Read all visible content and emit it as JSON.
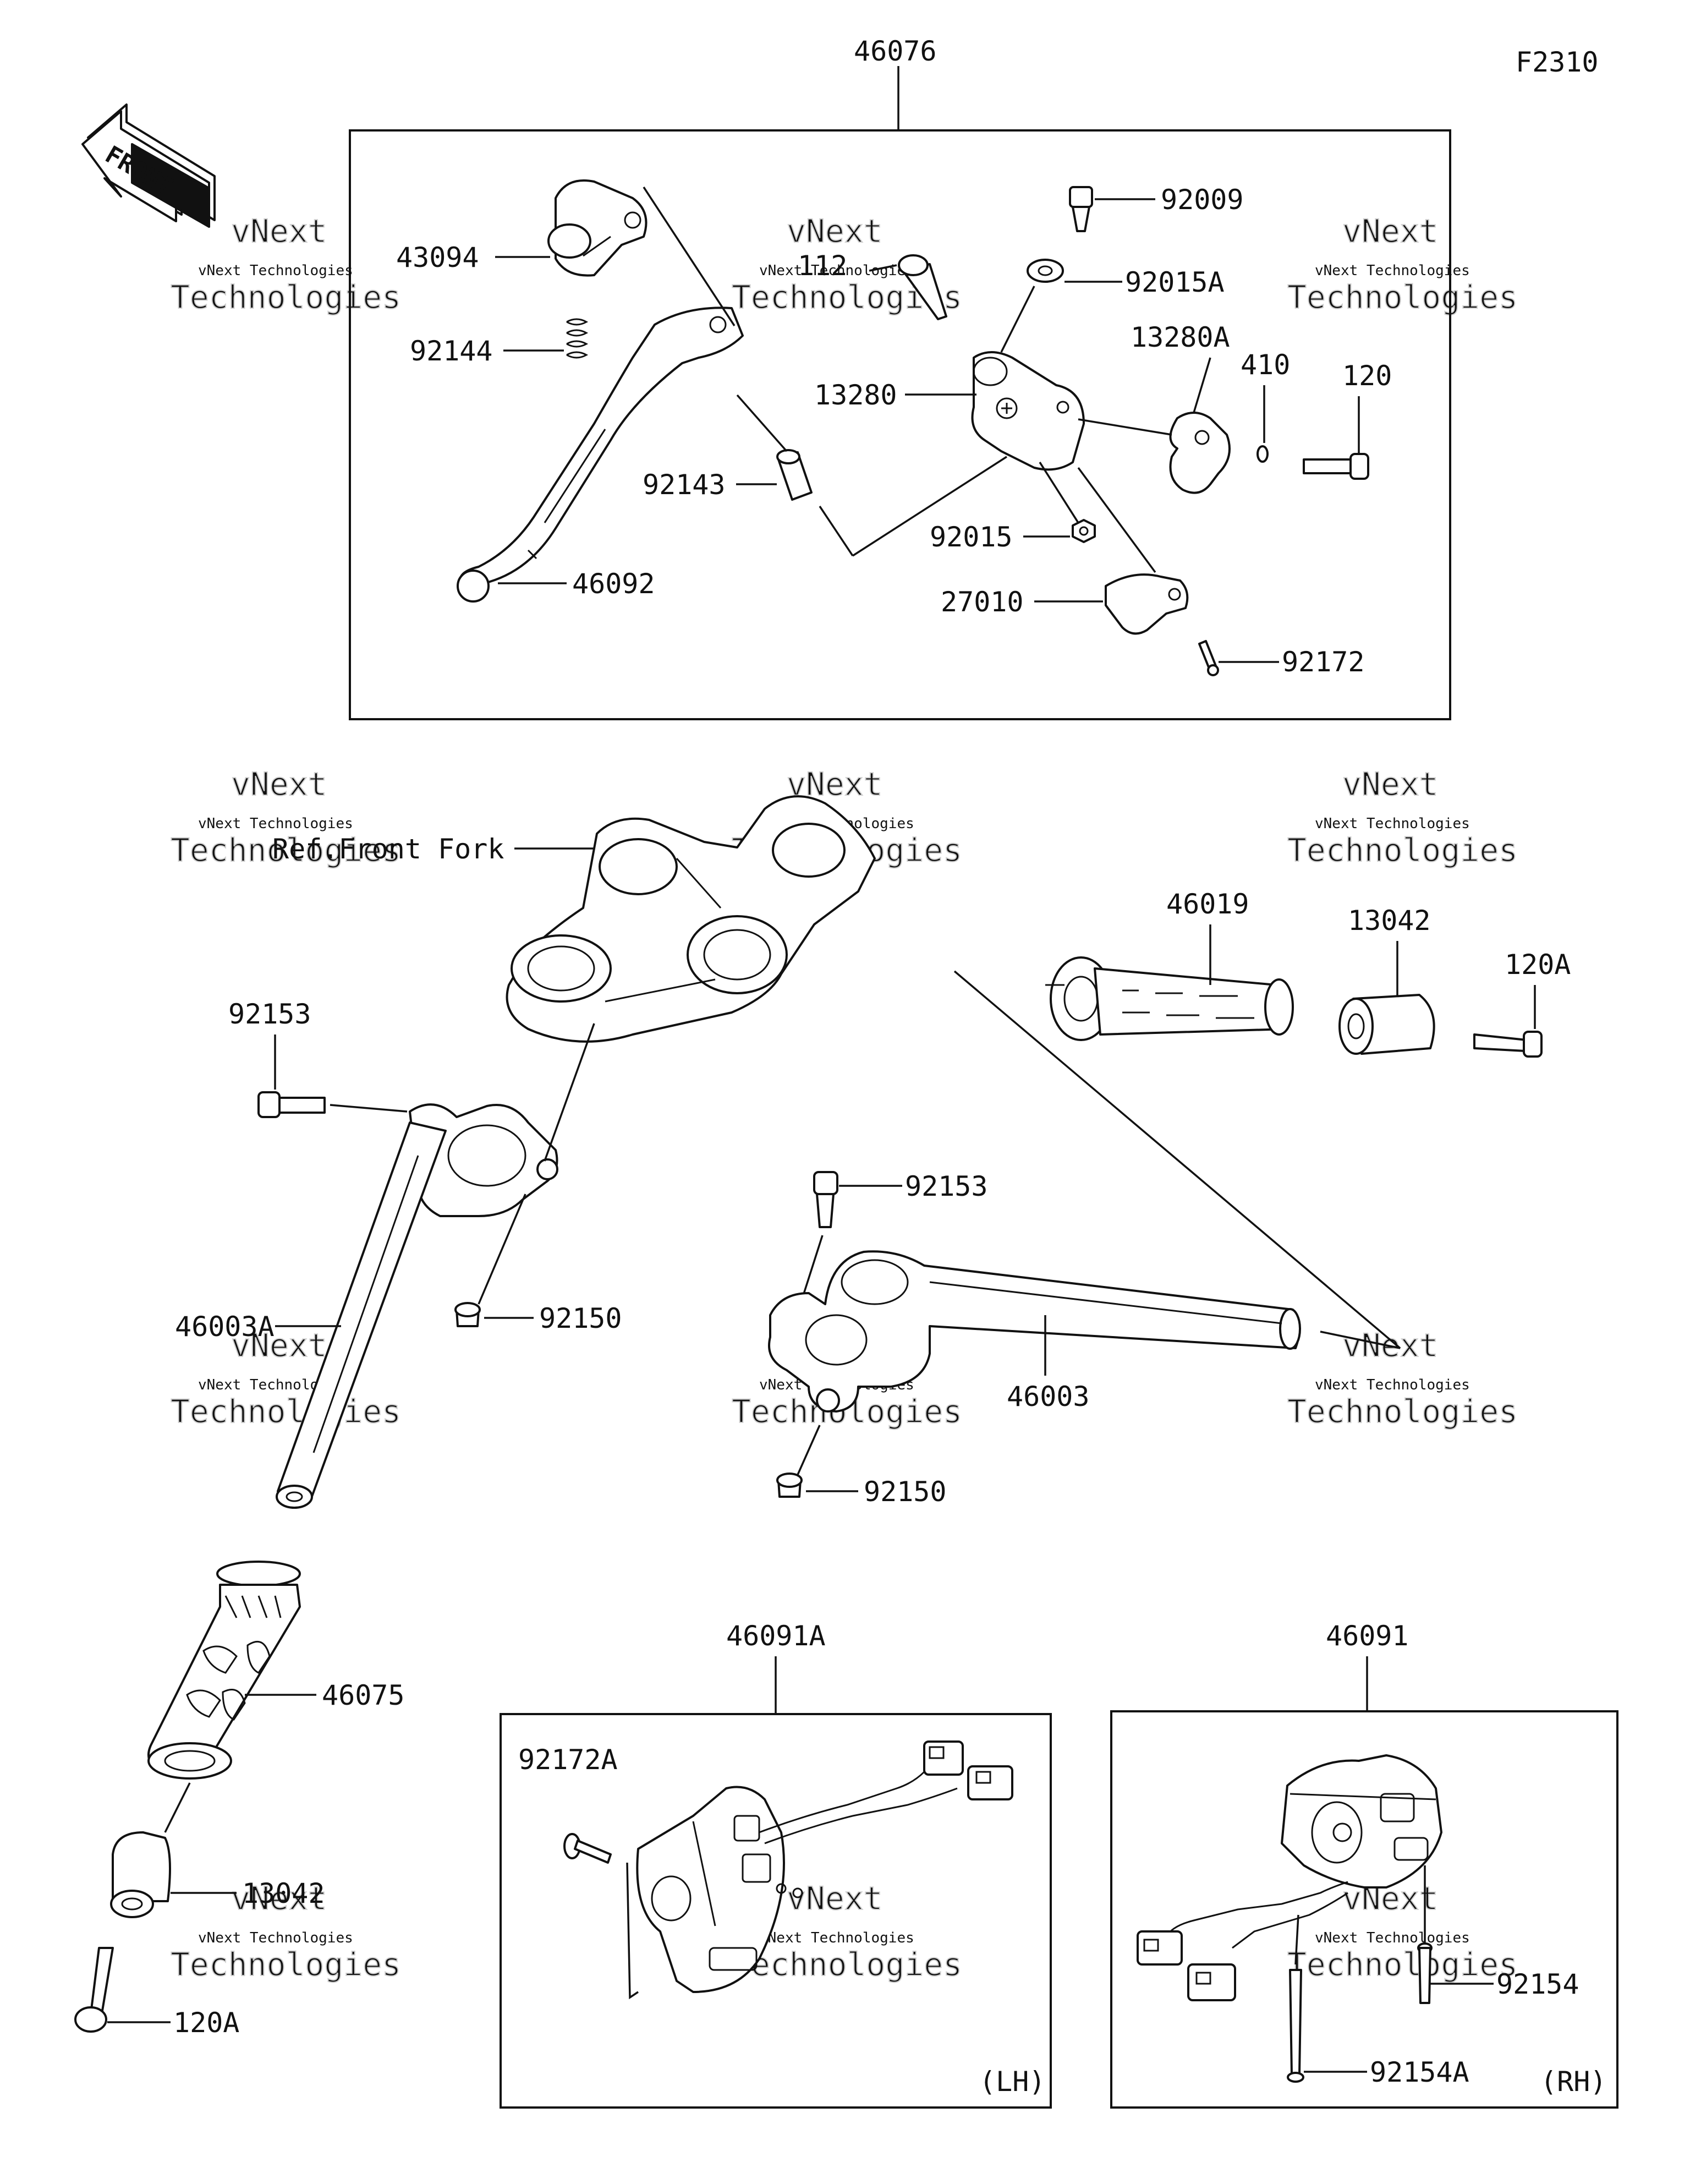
{
  "figure_code": "F2310",
  "front_arrow": {
    "text": "FRONT",
    "icon": "front-direction-arrow-icon"
  },
  "groups": {
    "lever_assembly": "46076",
    "left_switch": "46091A",
    "right_switch": "46091"
  },
  "side_labels": {
    "lh": "(LH)",
    "rh": "(RH)"
  },
  "reference": "Ref.Front Fork",
  "callouts": {
    "p43094": "43094",
    "p92144": "92144",
    "p92143": "92143",
    "p46092": "46092",
    "p112": "112",
    "p92009": "92009",
    "p92015A": "92015A",
    "p13280": "13280",
    "p13280A": "13280A",
    "p410": "410",
    "p120": "120",
    "p92015": "92015",
    "p27010": "27010",
    "p92172": "92172",
    "p46019": "46019",
    "p13042_right": "13042",
    "p120A_right": "120A",
    "p92153_left": "92153",
    "p92150_left": "92150",
    "p46003A": "46003A",
    "p92153_right": "92153",
    "p46003": "46003",
    "p92150_right": "92150",
    "p46075": "46075",
    "p13042_left": "13042",
    "p120A_left": "120A",
    "p92172A": "92172A",
    "p92154": "92154",
    "p92154A": "92154A"
  },
  "watermark": {
    "line1": "vNext Technologies",
    "line2": "vNext",
    "line3": "Technologies"
  }
}
